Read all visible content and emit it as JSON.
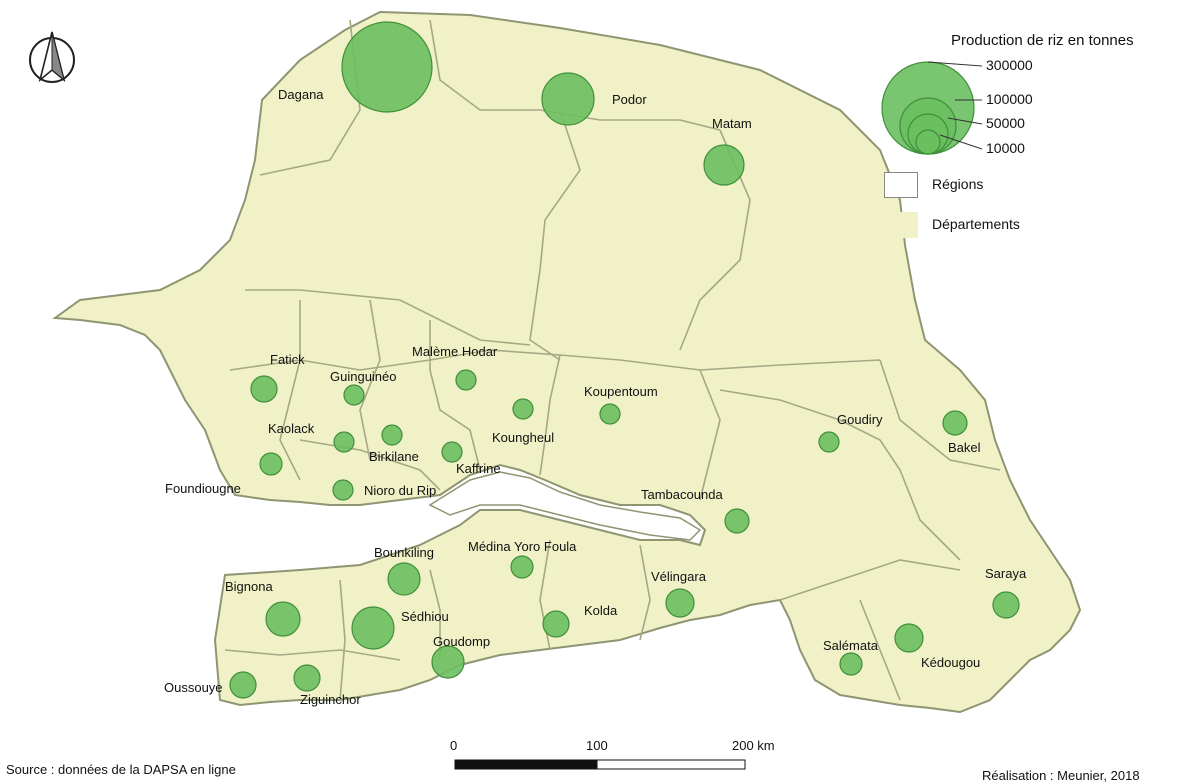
{
  "legend": {
    "title": "Production de riz en tonnes",
    "sizes": [
      "300000",
      "100000",
      "50000",
      "10000"
    ],
    "regions_label": "Régions",
    "departments_label": "Départements",
    "colors": {
      "bubble": "#6cbf5f",
      "land": "#f1f1c8",
      "border": "#a4a985",
      "region_border": "#8f9570"
    }
  },
  "departments": [
    {
      "name": "Dagana"
    },
    {
      "name": "Podor"
    },
    {
      "name": "Matam"
    },
    {
      "name": "Fatick"
    },
    {
      "name": "Guinguinéo"
    },
    {
      "name": "Malème Hodar"
    },
    {
      "name": "Koupentoum"
    },
    {
      "name": "Kaolack"
    },
    {
      "name": "Birkilane"
    },
    {
      "name": "Kaffrine"
    },
    {
      "name": "Koungheul"
    },
    {
      "name": "Foundiougne"
    },
    {
      "name": "Nioro du Rip"
    },
    {
      "name": "Goudiry"
    },
    {
      "name": "Bakel"
    },
    {
      "name": "Tambacounda"
    },
    {
      "name": "Médina Yoro Foula"
    },
    {
      "name": "Bounkiling"
    },
    {
      "name": "Vélingara"
    },
    {
      "name": "Bignona"
    },
    {
      "name": "Sédhiou"
    },
    {
      "name": "Kolda"
    },
    {
      "name": "Goudomp"
    },
    {
      "name": "Saraya"
    },
    {
      "name": "Salémata"
    },
    {
      "name": "Kédougou"
    },
    {
      "name": "Oussouye"
    },
    {
      "name": "Ziguinchor"
    }
  ],
  "scale": {
    "labels": [
      "0",
      "100",
      "200 km"
    ]
  },
  "footer": {
    "source": "Source : données de la DAPSA en ligne",
    "credit": "Réalisation : Meunier, 2018"
  },
  "icons": {
    "north_arrow": "north-arrow-icon"
  }
}
